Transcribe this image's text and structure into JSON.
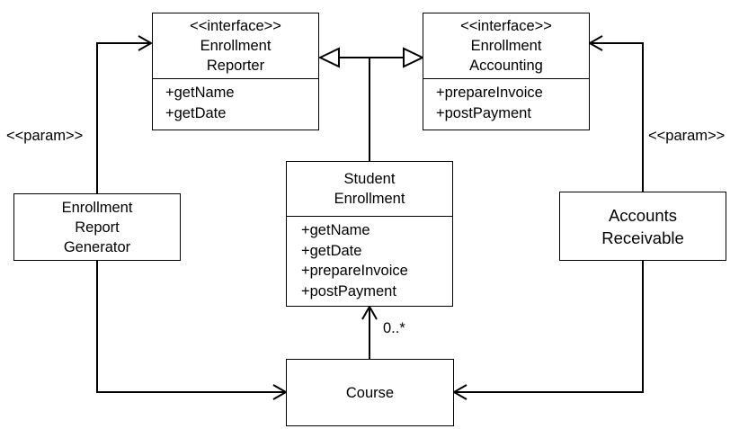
{
  "interface_reporter": {
    "stereotype": "<<interface>>",
    "name_line1": "Enrollment",
    "name_line2": "Reporter",
    "operations": [
      "+getName",
      "+getDate"
    ]
  },
  "interface_accounting": {
    "stereotype": "<<interface>>",
    "name_line1": "Enrollment",
    "name_line2": "Accounting",
    "operations": [
      "+prepareInvoice",
      "+postPayment"
    ]
  },
  "student_enrollment": {
    "name_line1": "Student",
    "name_line2": "Enrollment",
    "operations": [
      "+getName",
      "+getDate",
      "+prepareInvoice",
      "+postPayment"
    ]
  },
  "report_generator": {
    "name_line1": "Enrollment",
    "name_line2": "Report",
    "name_line3": "Generator"
  },
  "accounts_receivable": {
    "name_line1": "Accounts",
    "name_line2": "Receivable"
  },
  "course": {
    "name": "Course"
  },
  "labels": {
    "param_left": "<<param>>",
    "param_right": "<<param>>",
    "multiplicity": "0..*"
  }
}
